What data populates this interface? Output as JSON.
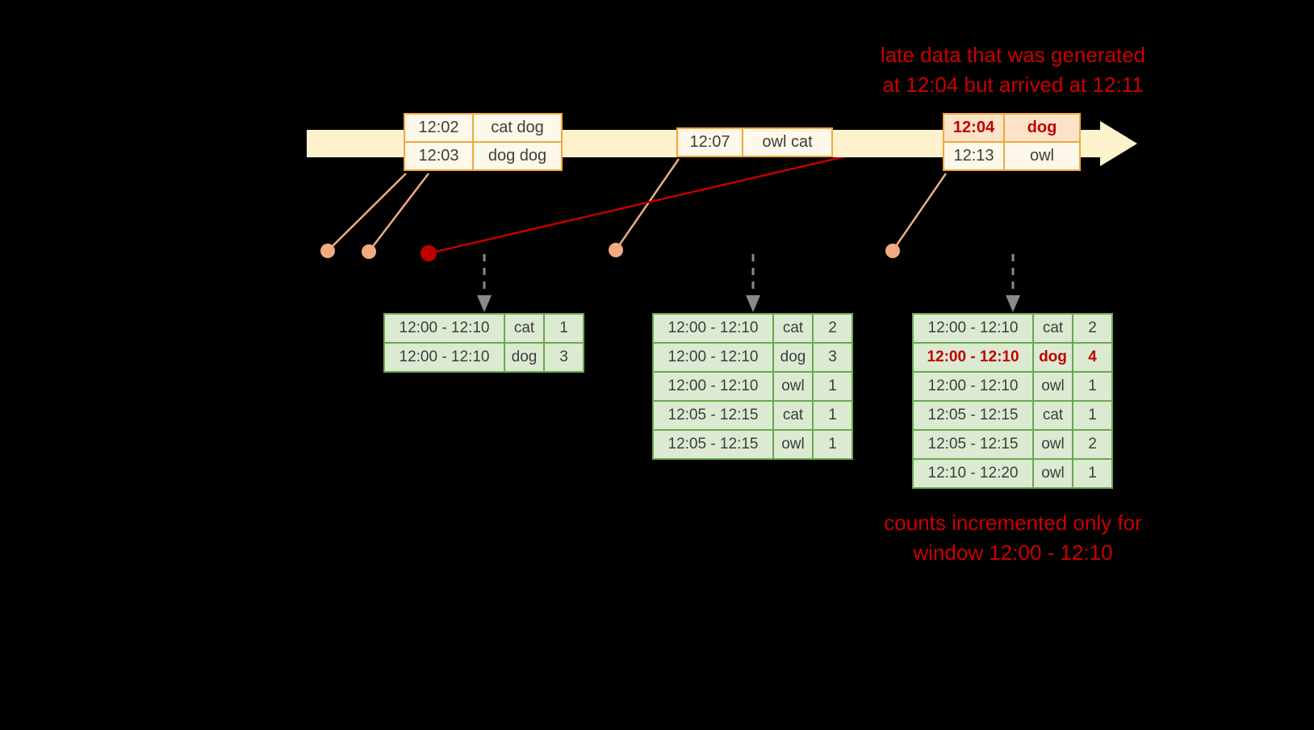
{
  "annotation_top": {
    "line1": "late data that was generated",
    "line2": "at 12:04 but arrived at 12:11"
  },
  "annotation_bottom": {
    "line1": "counts incremented only for",
    "line2": "window 12:00 - 12:10"
  },
  "events": {
    "group1": {
      "rows": [
        {
          "time": "12:02",
          "words": "cat dog"
        },
        {
          "time": "12:03",
          "words": "dog dog"
        }
      ]
    },
    "group2": {
      "rows": [
        {
          "time": "12:07",
          "words": "owl cat"
        }
      ]
    },
    "group3": {
      "rows": [
        {
          "time": "12:04",
          "words": "dog",
          "late": true
        },
        {
          "time": "12:13",
          "words": "owl"
        }
      ]
    }
  },
  "tables": {
    "t1": {
      "rows": [
        {
          "window": "12:00 - 12:10",
          "word": "cat",
          "count": "1"
        },
        {
          "window": "12:00 - 12:10",
          "word": "dog",
          "count": "3"
        }
      ]
    },
    "t2": {
      "rows": [
        {
          "window": "12:00 - 12:10",
          "word": "cat",
          "count": "2"
        },
        {
          "window": "12:00 - 12:10",
          "word": "dog",
          "count": "3"
        },
        {
          "window": "12:00 - 12:10",
          "word": "owl",
          "count": "1"
        },
        {
          "window": "12:05 - 12:15",
          "word": "cat",
          "count": "1"
        },
        {
          "window": "12:05 - 12:15",
          "word": "owl",
          "count": "1"
        }
      ]
    },
    "t3": {
      "rows": [
        {
          "window": "12:00 - 12:10",
          "word": "cat",
          "count": "2"
        },
        {
          "window": "12:00 - 12:10",
          "word": "dog",
          "count": "4",
          "highlight": true
        },
        {
          "window": "12:00 - 12:10",
          "word": "owl",
          "count": "1"
        },
        {
          "window": "12:05 - 12:15",
          "word": "cat",
          "count": "1"
        },
        {
          "window": "12:05 - 12:15",
          "word": "owl",
          "count": "2"
        },
        {
          "window": "12:10 - 12:20",
          "word": "owl",
          "count": "1"
        }
      ]
    }
  },
  "colors": {
    "background": "#000000",
    "timeline_arrow": "#fdf2cc",
    "event_border": "#f0a73e",
    "event_fill": "#fdf8e9",
    "late_event_fill": "#fbe3c9",
    "salmon": "#f0ac80",
    "red": "#c00000",
    "annotation_red": "#cc0000",
    "gray_arrow": "#8a8a8a",
    "table_border": "#6aa84f",
    "table_fill": "#dcead2",
    "cell_text": "#3d3d3d"
  }
}
